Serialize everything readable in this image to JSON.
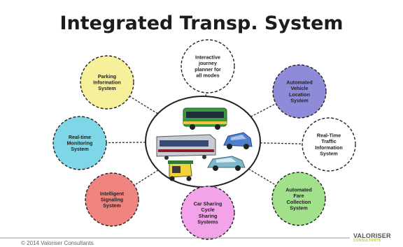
{
  "title": "Integrated Transp. System",
  "nodes": [
    {
      "id": "journey",
      "lines": [
        "Interactive",
        "journey",
        "planner for",
        "all modes"
      ],
      "color": "#ffffff"
    },
    {
      "id": "avl",
      "lines": [
        "Automated",
        "Vehicle",
        "Location",
        "System"
      ],
      "color": "#8f8bd9"
    },
    {
      "id": "traffic",
      "lines": [
        "Real-Time",
        "Traffic",
        "Information",
        "System"
      ],
      "color": "#ffffff"
    },
    {
      "id": "fare",
      "lines": [
        "Automated",
        "Fare",
        "Collection",
        "System"
      ],
      "color": "#a3e08c"
    },
    {
      "id": "carshare",
      "lines": [
        "Car Sharing",
        "Cycle",
        "Sharing",
        "Systems"
      ],
      "color": "#f2a3ea"
    },
    {
      "id": "signal",
      "lines": [
        "Intelligent",
        "Signaling",
        "System"
      ],
      "color": "#f0857f"
    },
    {
      "id": "monitor",
      "lines": [
        "Real-time",
        "Monitoring",
        "System"
      ],
      "color": "#7fd6e6"
    },
    {
      "id": "parking",
      "lines": [
        "Parking",
        "Information",
        "System"
      ],
      "color": "#f7f09a"
    }
  ],
  "footer": {
    "copyright": "© 2014 Valoriser Consultants",
    "logo_text": "VALORISER",
    "logo_sub": "CONSULTANTS"
  }
}
